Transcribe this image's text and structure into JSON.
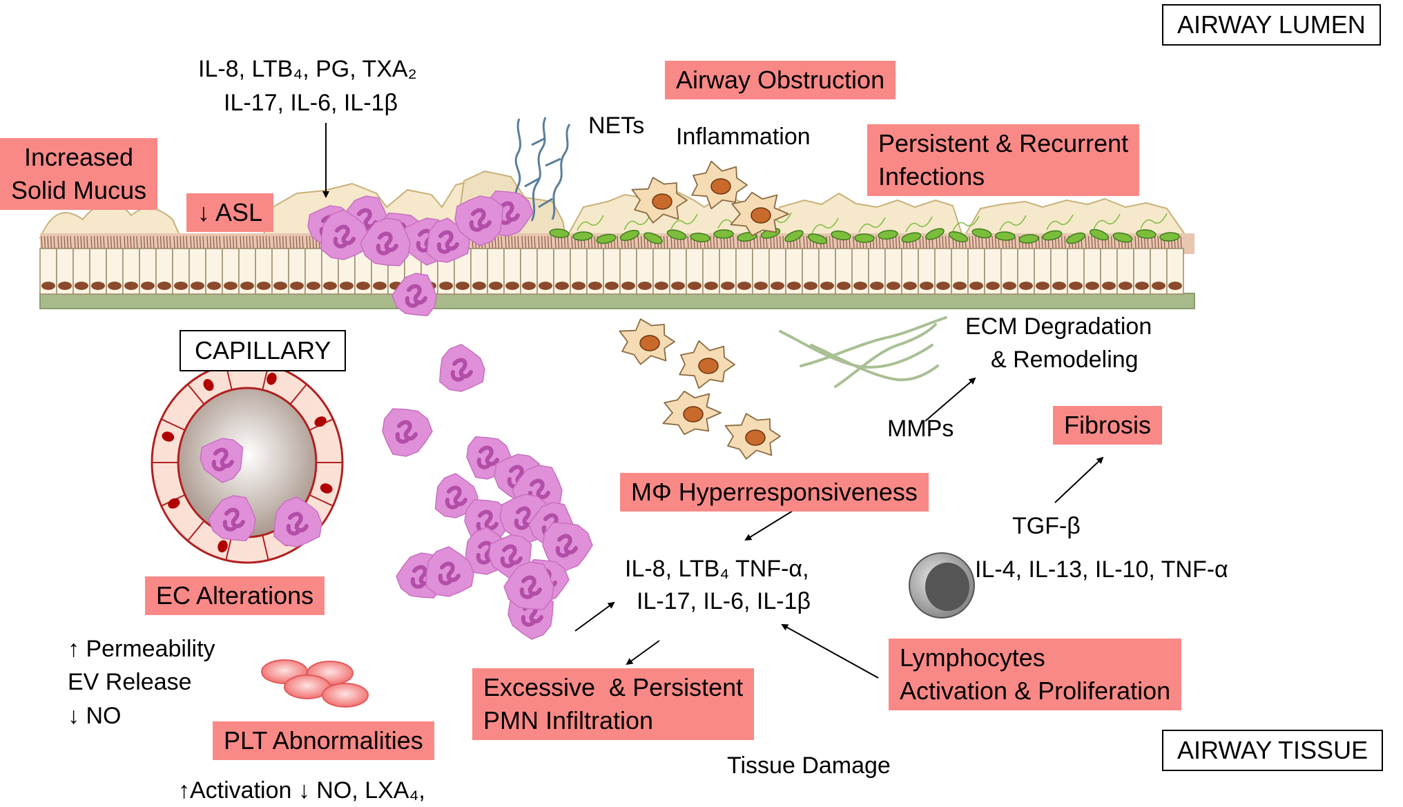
{
  "regions": {
    "airway_lumen": "AIRWAY LUMEN",
    "airway_tissue": "AIRWAY TISSUE",
    "capillary": "CAPILLARY"
  },
  "lumen": {
    "mediators_line1": "IL-8, LTB₄, PG, TXA₂",
    "mediators_line2": "IL-17, IL-6, IL-1β",
    "nets": "NETs",
    "inflammation": "Inflammation"
  },
  "pathology_boxes": {
    "increased_mucus": [
      "Increased",
      "Solid Mucus"
    ],
    "asl": "↓ ASL",
    "airway_obstruction": "Airway Obstruction",
    "infections": [
      "Persistent & Recurrent",
      "Infections"
    ],
    "fibrosis": "Fibrosis",
    "macrophage": "MΦ Hyperresponsiveness",
    "ec_alterations": "EC Alterations",
    "plt": "PLT Abnormalities",
    "pmn": [
      "Excessive  & Persistent",
      "PMN Infiltration"
    ],
    "lymphocytes": [
      "Lymphocytes",
      "Activation & Proliferation"
    ]
  },
  "tissue": {
    "ecm": [
      "ECM Degradation",
      "& Remodeling"
    ],
    "mmps": "MMPs",
    "tgf": "TGF-β",
    "lymph_cytokines": "IL-4, IL-13, IL-10, TNF-α",
    "central_line1": "IL-8, LTB₄ TNF-α,",
    "central_line2": "IL-17, IL-6, IL-1β",
    "tissue_damage": "Tissue Damage"
  },
  "capillary_effects": {
    "permeability": "↑ Permeability",
    "ev_release": "EV Release",
    "no": "↓ NO"
  },
  "platelet_effects": "↑Activation ↓ NO, LXA₄,",
  "colors": {
    "box_fill": "#f98986",
    "neutrophil": "#e08fd9",
    "neutrophil_nucleus": "#b24ea8",
    "macrophage": "#f5dcb5",
    "macrophage_nucleus": "#c86a2c",
    "epithelium": "#fbf4e4",
    "basement": "#a8b98a",
    "capillary_wall": "#b02020",
    "platelet": "#f26666"
  }
}
